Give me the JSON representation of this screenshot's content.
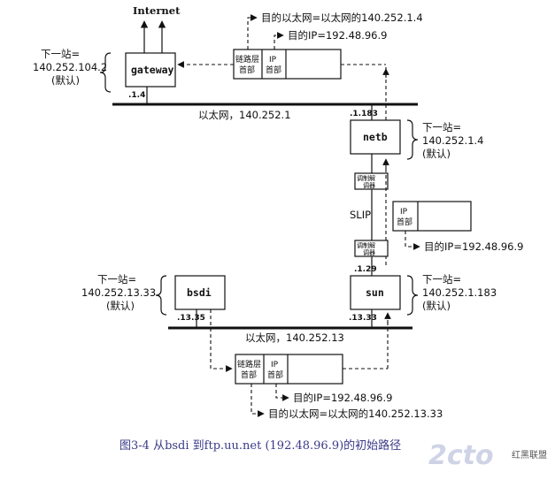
{
  "internet": "Internet",
  "hosts": {
    "gateway": "gateway",
    "netb": "netb",
    "sun": "sun",
    "bsdi": "bsdi"
  },
  "addresses": {
    "gateway": ".1.4",
    "netb": ".1.183",
    "sun_top": ".1.29",
    "sun_bottom": ".13.33",
    "bsdi": ".13.35"
  },
  "networks": {
    "top": "以太网，140.252.1",
    "bottom": "以太网，140.252.13",
    "slip": "SLIP"
  },
  "next_hop": {
    "gateway": [
      "下一站=",
      "140.252.104.2",
      "(默认)"
    ],
    "netb": [
      "下一站=",
      "140.252.1.4",
      "(默认)"
    ],
    "sun": [
      "下一站=",
      "140.252.1.183",
      "(默认)"
    ],
    "bsdi": [
      "下一站=",
      "140.252.13.33",
      "(默认)"
    ]
  },
  "frames": {
    "link_header": [
      "链路层",
      "首部"
    ],
    "ip_header": [
      "IP",
      "首部"
    ],
    "slip_ip_header": [
      "IP",
      "首部"
    ]
  },
  "modem": [
    "调制解",
    "调器"
  ],
  "annotations": {
    "top_dest_eth": "目的以太网=以太网的140.252.1.4",
    "top_dest_ip": "目的IP=192.48.96.9",
    "slip_dest_ip": "目的IP=192.48.96.9",
    "bottom_dest_ip": "目的IP=192.48.96.9",
    "bottom_dest_eth": "目的以太网=以太网的140.252.13.33"
  },
  "caption": "图3-4  从bsdi 到ftp.uu.net   (192.48.96.9)的初始路径",
  "watermark": "2cto",
  "watermark_sub": "红黑联盟",
  "colors": {
    "caption": "#3a3a8a",
    "line": "#111111"
  }
}
